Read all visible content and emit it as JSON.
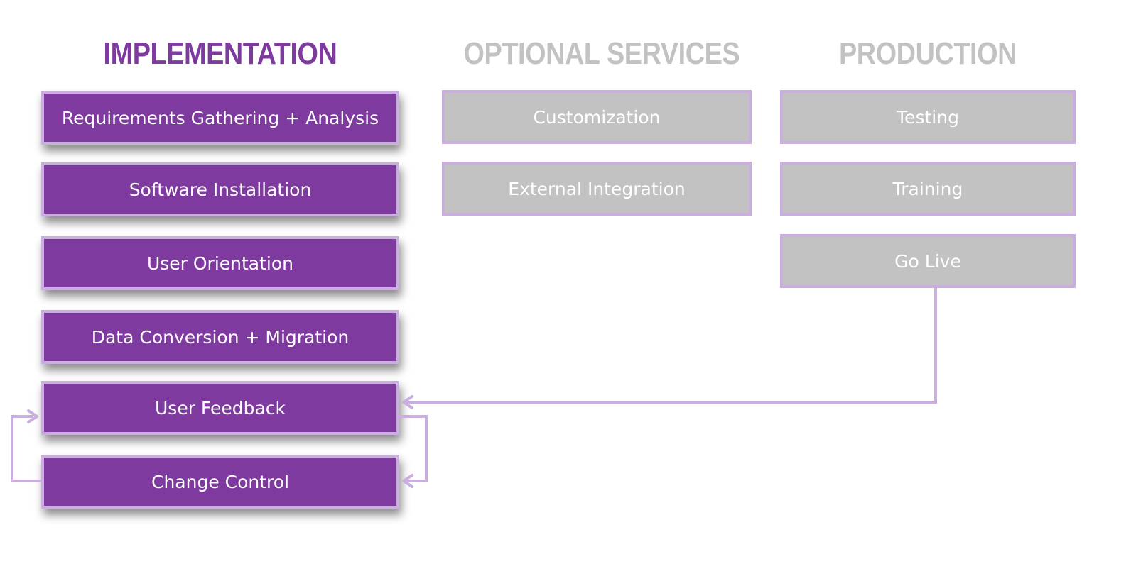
{
  "columns": {
    "implementation": {
      "title": "IMPLEMENTATION",
      "items": [
        "Requirements Gathering + Analysis",
        "Software Installation",
        "User Orientation",
        "Data Conversion + Migration",
        "User Feedback",
        "Change Control"
      ]
    },
    "optional_services": {
      "title": "OPTIONAL SERVICES",
      "items": [
        "Customization",
        "External Integration"
      ]
    },
    "production": {
      "title": "PRODUCTION",
      "items": [
        "Testing",
        "Training",
        "Go Live"
      ]
    }
  },
  "colors": {
    "active_title": "#7d3a9f",
    "inactive_title": "#c2c2c2",
    "active_box": "#7f3aa0",
    "inactive_box": "#c2c2c2",
    "box_border": "#c9aede",
    "connector": "#c9aede"
  }
}
